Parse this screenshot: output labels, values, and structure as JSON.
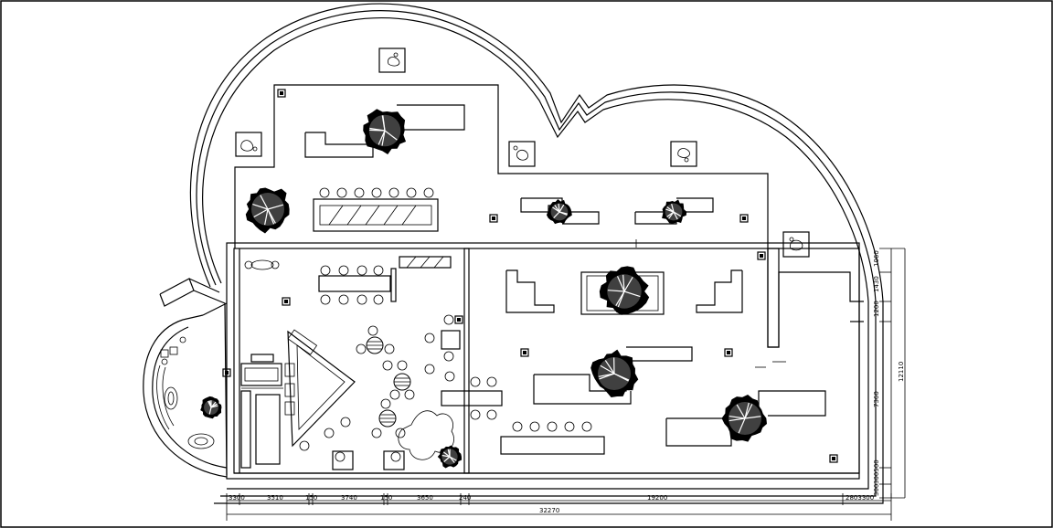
{
  "drawing": {
    "type": "floor-plan"
  },
  "dimensions": {
    "horizontal_segments": [
      "3300",
      "3510",
      "150",
      "3740",
      "150",
      "3650",
      "240",
      "19200",
      "2803300"
    ],
    "horizontal_total": "32270",
    "vertical_segments": [
      "1060",
      "1430",
      "1200",
      "7360",
      "300500",
      "300"
    ],
    "vertical_total": "12110"
  }
}
